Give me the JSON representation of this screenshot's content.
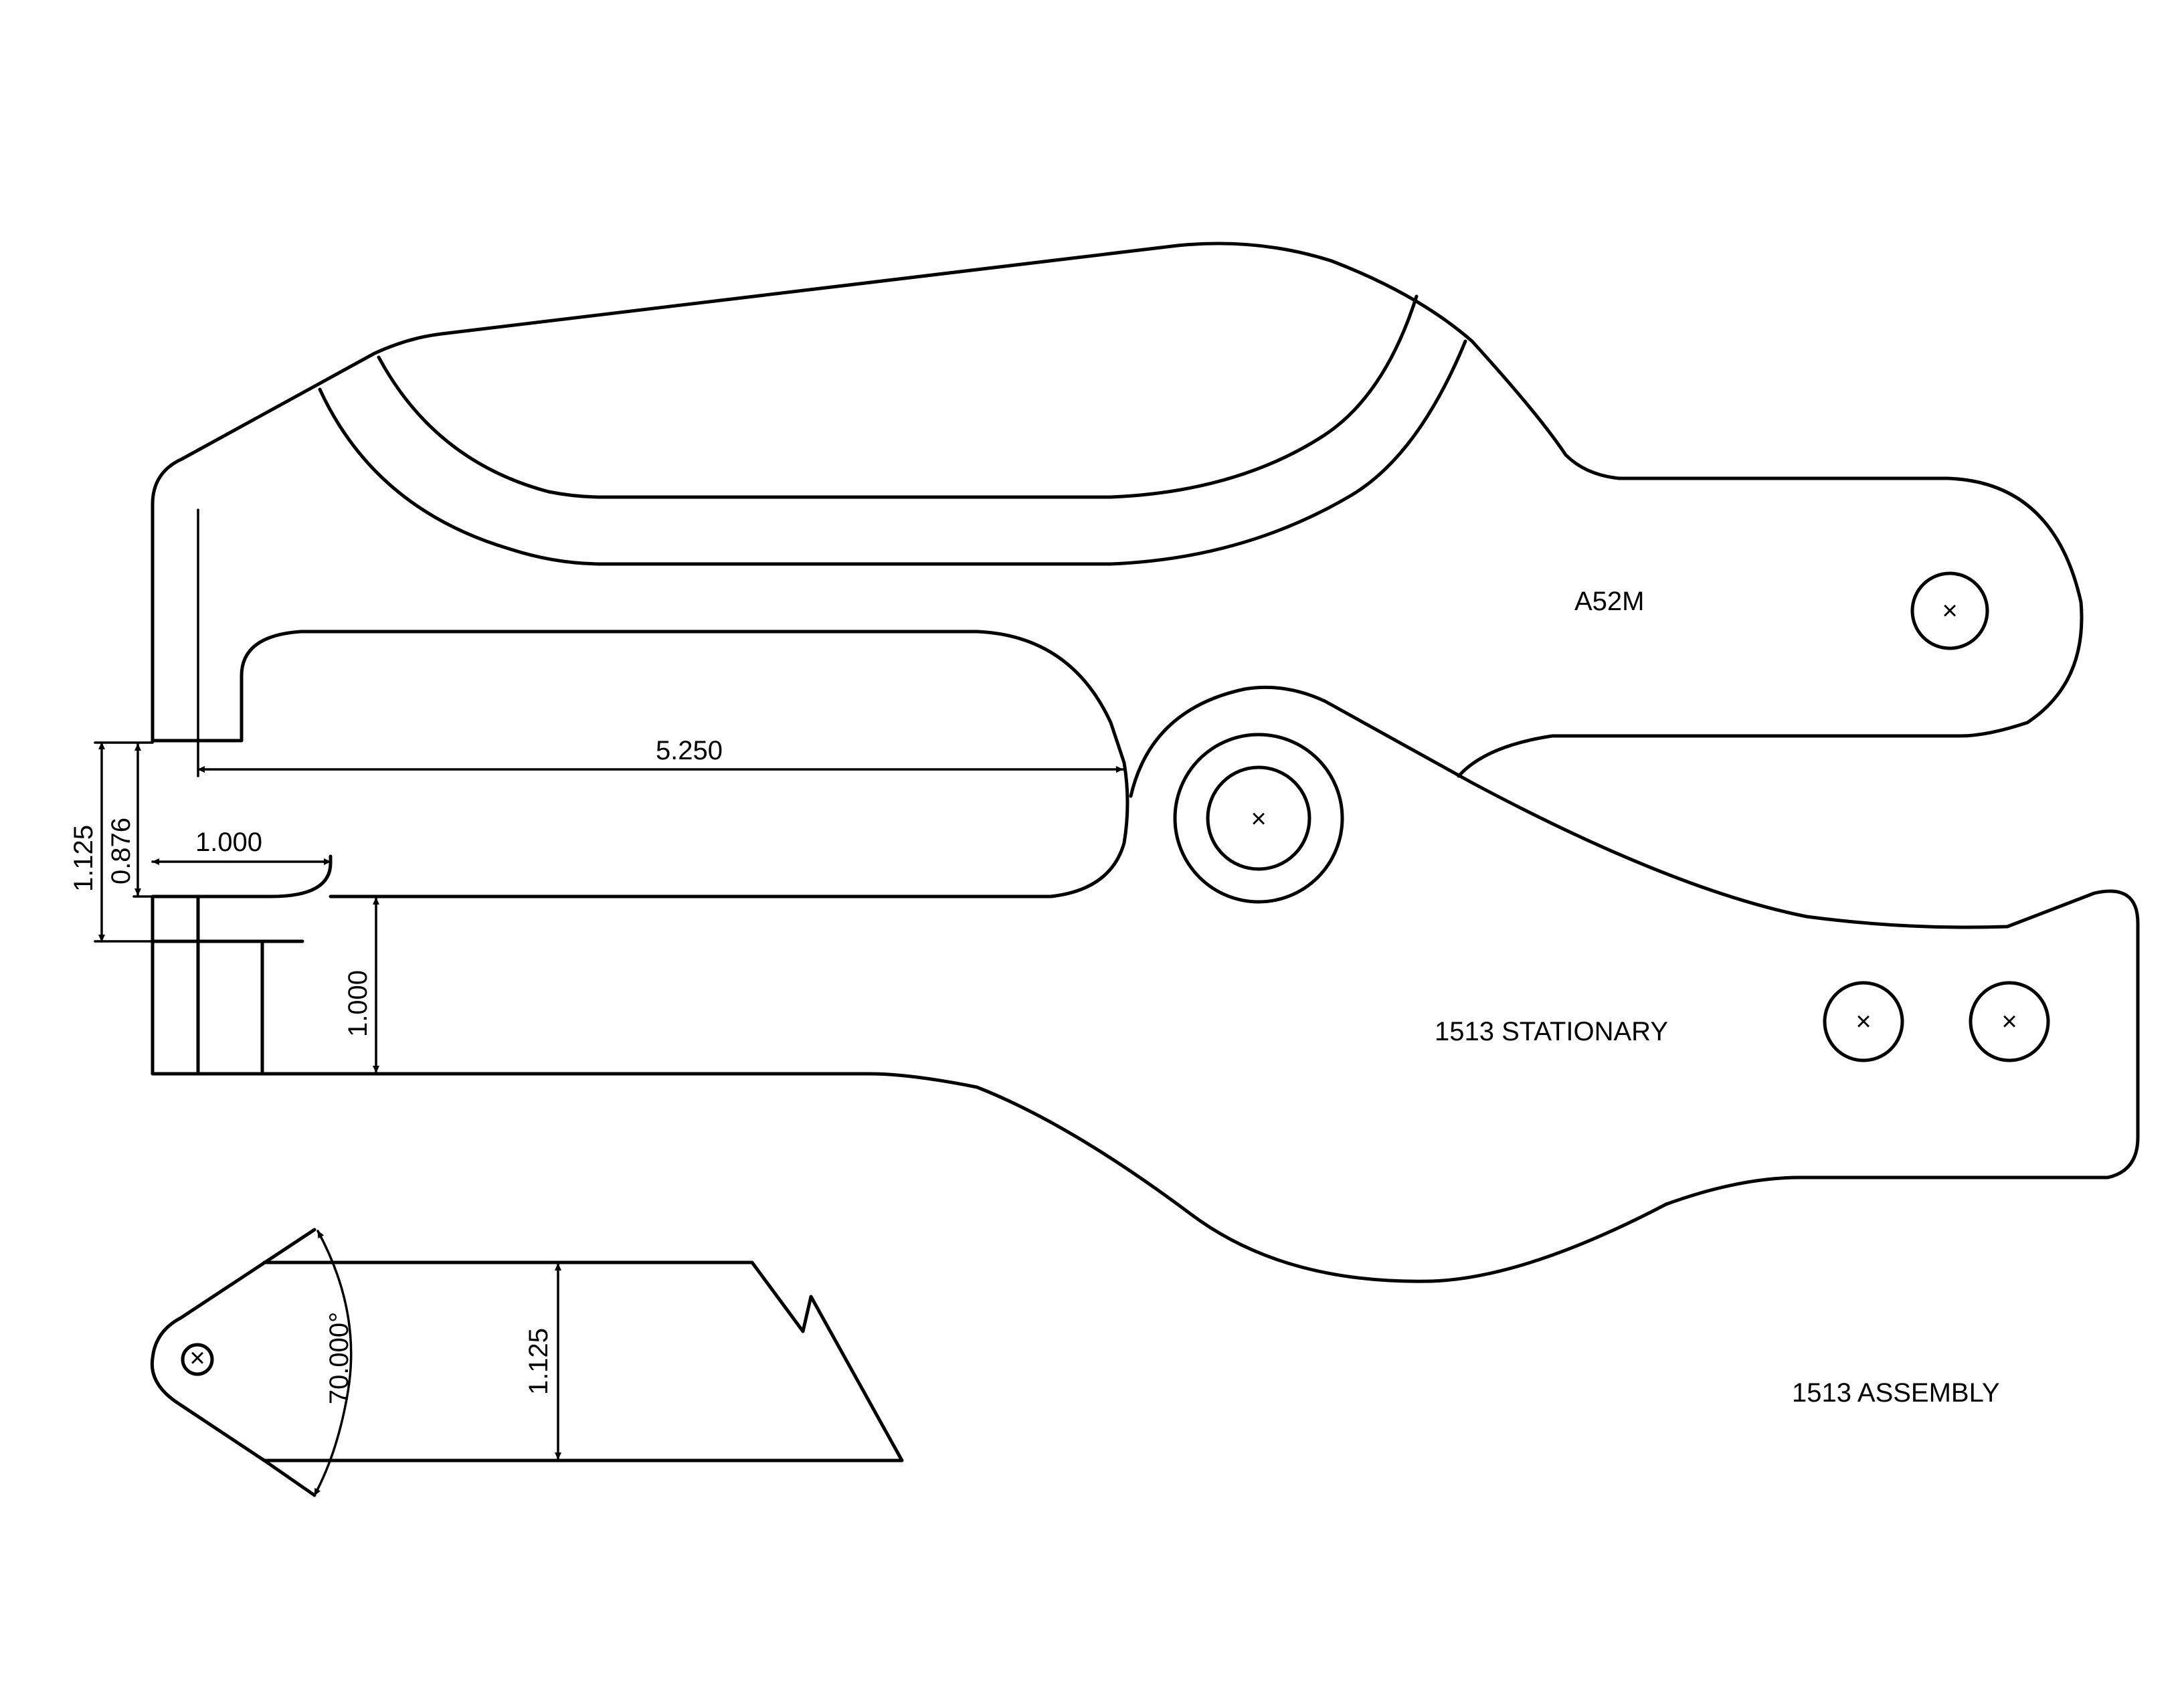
{
  "labels": {
    "part_upper": "A52M",
    "part_lower": "1513 STATIONARY",
    "assembly": "1513 ASSEMBLY"
  },
  "dimensions": {
    "throat_depth": "5.250",
    "jaw_height": "1.125",
    "jaw_opening": "0.876",
    "die_width": "1.000",
    "lower_jaw_height": "1.000",
    "blade_angle": "70.000°",
    "blade_height": "1.125"
  },
  "colors": {
    "line": "#000000",
    "background": "#ffffff"
  }
}
